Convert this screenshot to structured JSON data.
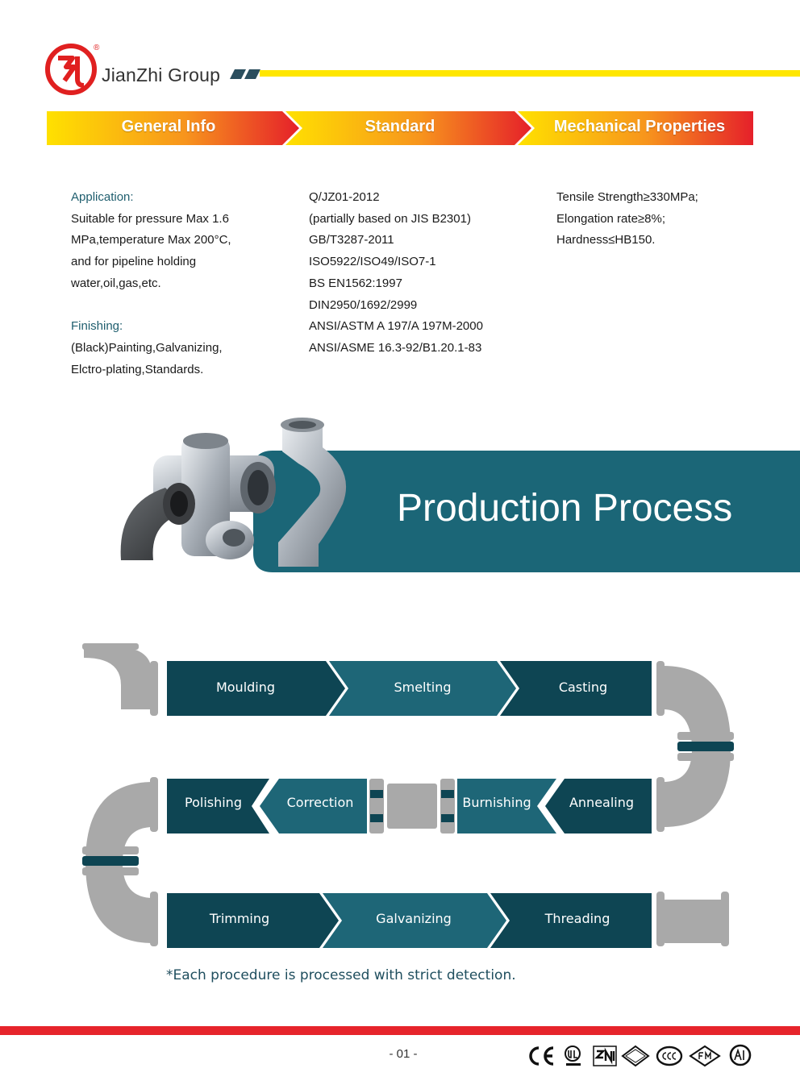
{
  "brand": {
    "name": "JianZhi Group",
    "registered_mark": "®",
    "logo_color": "#e02020",
    "accent_yellow": "#ffe600"
  },
  "tabs": [
    {
      "label": "General Info"
    },
    {
      "label": "Standard"
    },
    {
      "label": "Mechanical Properties"
    }
  ],
  "general_info": {
    "application_label": "Application:",
    "application_lines": [
      "Suitable for pressure Max 1.6",
      "MPa,temperature Max 200°C,",
      "and for pipeline holding",
      "water,oil,gas,etc."
    ],
    "finishing_label": "Finishing:",
    "finishing_lines": [
      "(Black)Painting,Galvanizing,",
      "Elctro-plating,Standards."
    ]
  },
  "standard_lines": [
    "Q/JZ01-2012",
    "(partially based on JIS B2301)",
    "GB/T3287-2011",
    "ISO5922/ISO49/ISO7-1",
    "BS EN1562:1997",
    "DIN2950/1692/2999",
    "ANSI/ASTM A 197/A 197M-2000",
    "ANSI/ASME 16.3-92/B1.20.1-83"
  ],
  "mechanical_lines": [
    "Tensile Strength≥330MPa;",
    "Elongation rate≥8%;",
    "Hardness≤HB150."
  ],
  "production": {
    "title": "Production Process",
    "banner_color": "#1b6677",
    "row1": [
      "Moulding",
      "Smelting",
      "Casting"
    ],
    "row2": [
      "Polishing",
      "Correction",
      "Burnishing",
      "Annealing"
    ],
    "row3": [
      "Trimming",
      "Galvanizing",
      "Threading"
    ],
    "dark_color": "#0e4553",
    "light_color": "#1e6677",
    "pipe_color": "#a9a9a9"
  },
  "note": "*Each procedure is processed with strict detection.",
  "footer": {
    "page_number": "- 01 -",
    "bar_color": "#e6242b",
    "cert_icons": [
      "ce-mark-icon",
      "ul-listed-icon",
      "sni-icon",
      "tse-icon",
      "ccc-icon",
      "fm-approved-icon",
      "aenor-icon"
    ]
  }
}
